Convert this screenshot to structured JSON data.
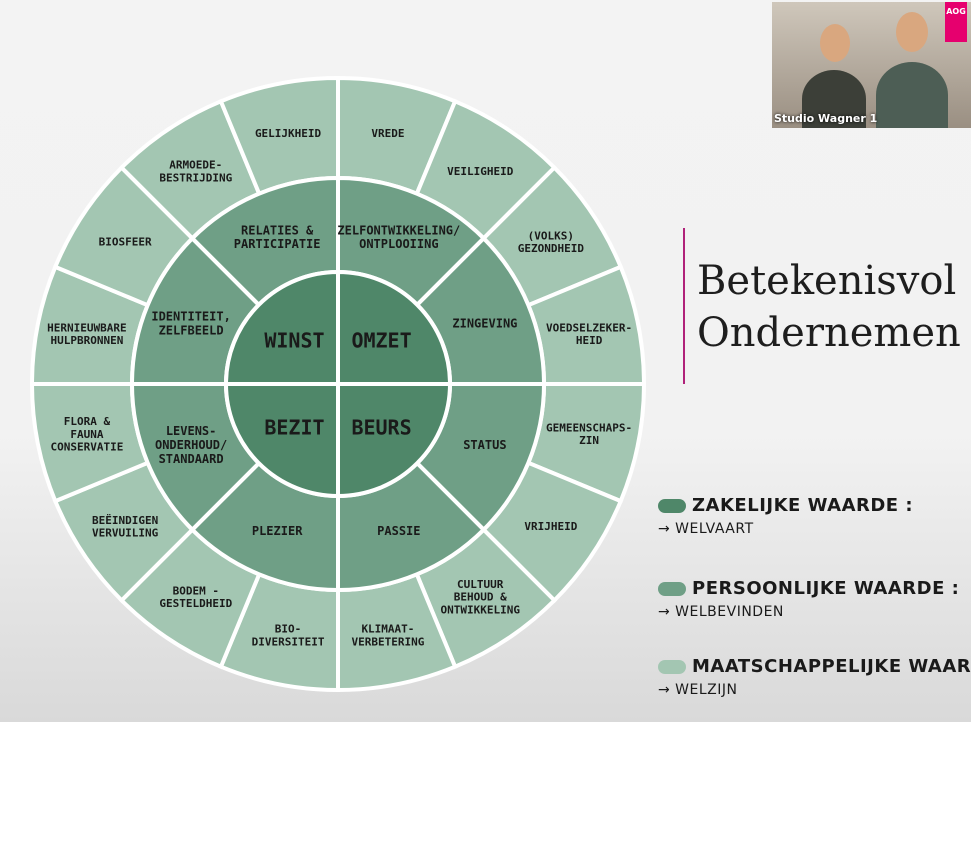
{
  "colors": {
    "outer_ring": "#a3c6b2",
    "middle_ring": "#6f9f86",
    "inner_ring": "#4f8769",
    "divider_line": "#ffffff",
    "accent": "#b0227a"
  },
  "title": {
    "line1": "Betekenisvol",
    "line2": "Ondernemen"
  },
  "wheel": {
    "inner": [
      "OMZET",
      "BEURS",
      "BEZIT",
      "WINST"
    ],
    "middle": [
      "ZELFONTWIKKELING/ ONTPLOOIING",
      "ZINGEVING",
      "STATUS",
      "PASSIE",
      "PLEZIER",
      "LEVENS- ONDERHOUD/ STANDAARD",
      "IDENTITEIT, ZELFBEELD",
      "RELATIES & PARTICIPATIE"
    ],
    "outer": [
      "VREDE",
      "VEILIGHEID",
      "(VOLKS) GEZONDHEID",
      "VOEDSELZEKER- HEID",
      "GEMEENSCHAPS- ZIN",
      "VRIJHEID",
      "CULTUUR BEHOUD & ONTWIKKELING",
      "KLIMAAT- VERBETERING",
      "BIO- DIVERSITEIT",
      "BODEM - GESTELDHEID",
      "BEËINDIGEN VERVUILING",
      "FLORA & FAUNA CONSERVATIE",
      "HERNIEUWBARE HULPBRONNEN",
      "BIOSFEER",
      "ARMOEDE- BESTRIJDING",
      "GELIJKHEID"
    ]
  },
  "legend": [
    {
      "label": "ZAKELIJKE WAARDE :",
      "sub": "→ WELVAART",
      "color": "#4f8769"
    },
    {
      "label": "PERSOONLIJKE WAARDE :",
      "sub": "→ WELBEVINDEN",
      "color": "#6f9f86"
    },
    {
      "label": "MAATSCHAPPELIJKE WAARDE :",
      "sub": "→ WELZIJN",
      "color": "#a3c6b2"
    }
  ],
  "webcam": {
    "label": "Studio Wagner 1",
    "badge": "AOG"
  }
}
